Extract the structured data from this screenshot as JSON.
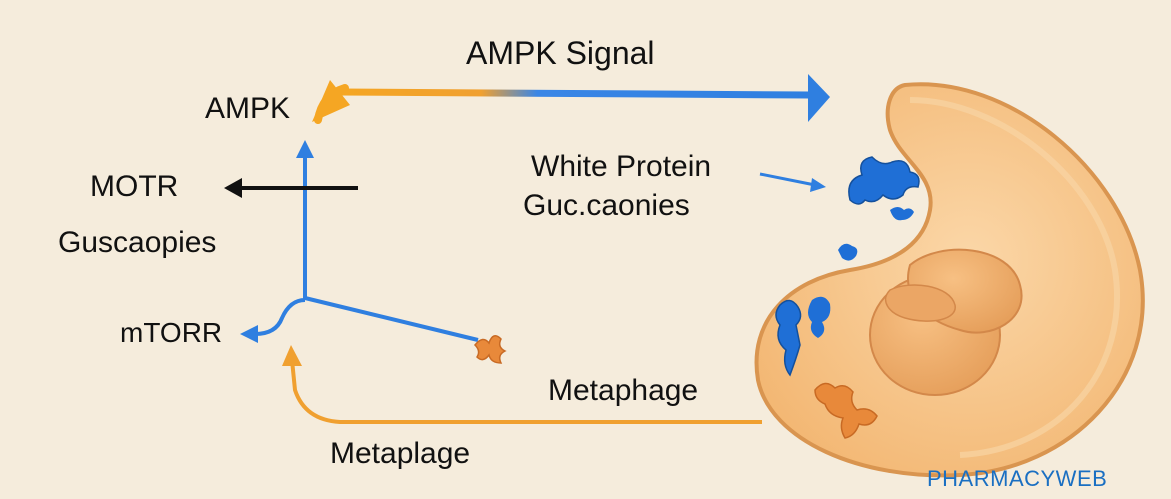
{
  "diagram": {
    "title": "AMPK Signal",
    "labels": {
      "ampk": "AMPK",
      "motr": "MOTR",
      "guscaopies": "Guscaopies",
      "mtorr": "mTORR",
      "white_protein": "White Protein",
      "guc_caonies": "Guc.caonies",
      "metaphage": "Metaphage",
      "metaplage": "Metaplage"
    },
    "watermark": "PHARMACYWEB",
    "colors": {
      "background": "#f5ecdc",
      "blue_arrow": "#2f7fe0",
      "orange_arrow": "#f0a030",
      "black_arrow": "#111111",
      "cell_fill": "#f6c48a",
      "cell_outline": "#d99550",
      "protein_blue": "#1f6fd6",
      "protein_orange": "#e8893a",
      "watermark": "#1a6fc2"
    }
  }
}
